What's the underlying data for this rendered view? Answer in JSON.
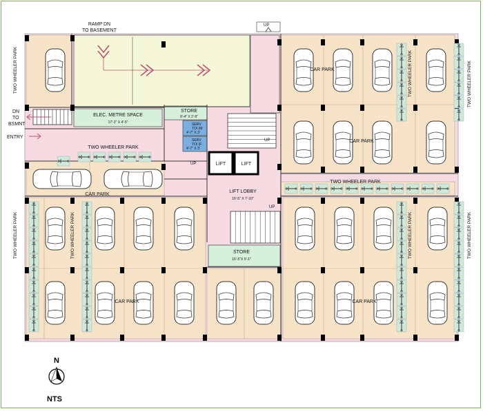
{
  "plan": {
    "ramp_label_1": "RAMP DN",
    "ramp_label_2": "TO BASEMENT",
    "dn_label_1": "DN",
    "dn_label_2": "TO",
    "dn_label_3": "BSMNT",
    "entry_label": "ENTRY",
    "elec_title": "ELEC. METRE SPACE",
    "elec_dims": "17'-3\" X 4'-5\"",
    "store_top_title": "STORE",
    "store_top_dims": "9'-4\" X 2'-9\"",
    "serv_top": "SERV",
    "toi_top": "TOI (M",
    "toi_top_dims": "4'-7\" X 3'",
    "serv_bottom": "SERV",
    "toi_bottom": "TOI (F",
    "toi_bottom_dims": "4'-7\" X 3'",
    "lift_1": "LIFT",
    "lift_2": "LIFT",
    "lift_lobby_title": "LIFT LOBBY",
    "lift_lobby_dims": "16'-5\" X 7'-10\"",
    "store_bottom_title": "STORE",
    "store_bottom_dims": "16'-5\"X 5'-1\"",
    "up_top": "UP",
    "up_stair_mid": "UP",
    "up_lift": "UP",
    "up_lobby": "UP",
    "two_wheeler_mid_left": "TWO WHEELER PARK",
    "two_wheeler_mid_right": "TWO WHEELER PARK",
    "two_wheeler_left_top": "TWO WHEELER PARK",
    "two_wheeler_left_bottom": "TWO WHEELER PARK",
    "two_wheeler_left_inner": "TWO WHEELER PARK",
    "two_wheeler_right_top": "TWO WHEELER PARK",
    "two_wheeler_right_mid": "TWO WHEELER PARK",
    "two_wheeler_right_bottom_a": "TWO WHEELER PARK",
    "two_wheeler_right_bottom_b": "TWO WHEELER PARK",
    "car_park_right_top": "CAR PARK",
    "car_park_right_mid": "CAR PARK",
    "car_park_left_mid": "CAR PARK",
    "car_park_left_bottom": "CAR PARK",
    "car_park_right_bottom": "CAR PARK",
    "north_label": "N",
    "scale_label": "NTS"
  },
  "colors": {
    "frame": "#7cae5a",
    "wall": "#000000",
    "car_stall": "#f7e4c8",
    "circulation": "#f7dbe2",
    "service": "#d6f0dc",
    "toilet": "#7aaee0",
    "two_wheeler": "#cfe8d8",
    "ramp": "#f4f8d8"
  }
}
